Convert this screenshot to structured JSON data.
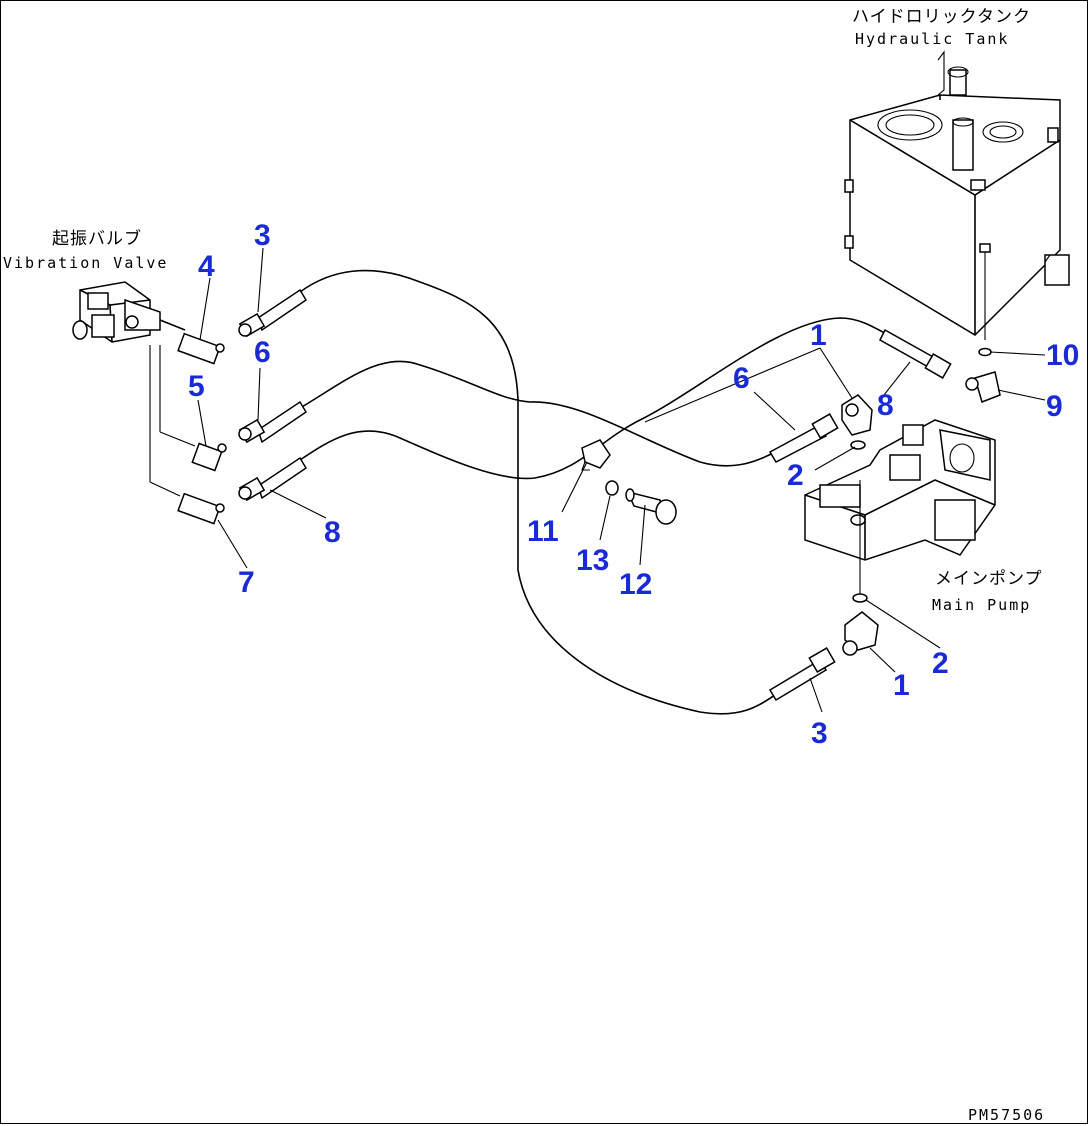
{
  "components": {
    "hydraulic_tank": {
      "jp": "ハイドロリックタンク",
      "en": "Hydraulic Tank"
    },
    "vibration_valve": {
      "jp": "起振バルブ",
      "en": "Vibration Valve"
    },
    "main_pump": {
      "jp": "メインポンプ",
      "en": "Main Pump"
    }
  },
  "callouts": [
    "1",
    "2",
    "3",
    "4",
    "5",
    "6",
    "7",
    "8",
    "9",
    "10",
    "11",
    "12",
    "13"
  ],
  "drawing_code": "PM57506",
  "callout_color": "#1a2bd6"
}
